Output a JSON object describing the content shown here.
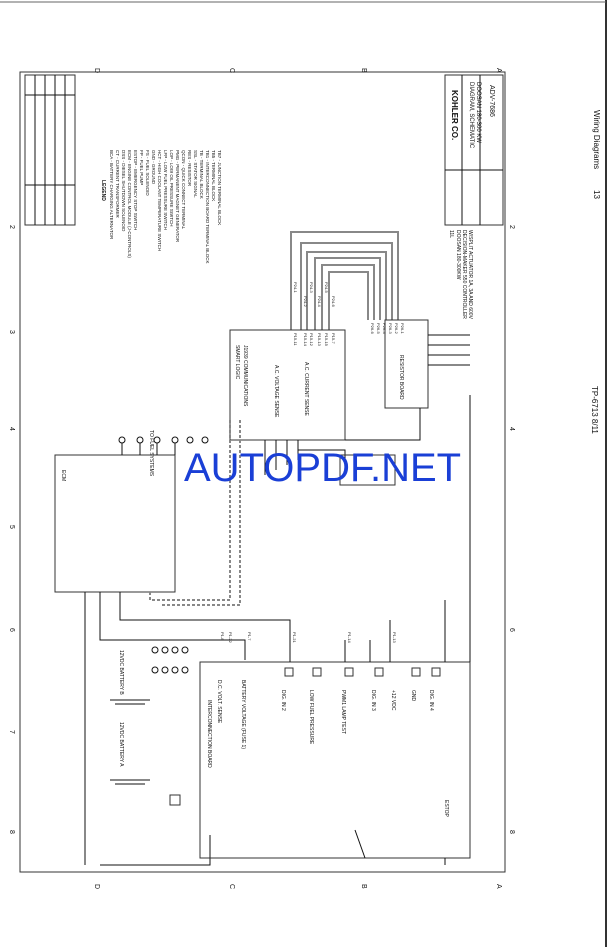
{
  "header": {
    "section": "Wiring Diagrams",
    "page": "13"
  },
  "footer": {
    "doc": "TP-6713 8/11"
  },
  "watermark": "AUTOPDF.NET",
  "grid": {
    "rows": [
      "D",
      "C",
      "B",
      "A"
    ],
    "cols": [
      "2",
      "3",
      "4",
      "5",
      "6",
      "7",
      "8"
    ]
  },
  "title_block": {
    "company": "KOHLER CO.",
    "title": "DIAGRAM, SCHEMATIC",
    "subtitle": "DOOSAN 180-300 KW",
    "drawing_no": "ADV-7686",
    "note1": "11L",
    "note2": "DOOSAN 180-300KW",
    "note3": "DECISION-MAKER 550 CONTROLLER",
    "note4": "W/SPLIT ACTUATOR 1A, 3A AND 600V"
  },
  "legend": {
    "heading": "LEGEND",
    "items": [
      "BCA - BATTERY CHARGING ALTERNATOR",
      "CT - CURRENT TRANSFORMER",
      "DSS - DIESEL SHUTDOWN SOLENOID",
      "ECM - ENGINE CONTROL MODULE (J-CONTROLS)",
      "ESTOP - EMERGENCY STOP SWITCH",
      "FP - FUEL PUMP",
      "FS - FUEL SOLENOID",
      "GND - GROUND",
      "HCT - HIGH COOLANT TEMPERATURE SWITCH",
      "LFP - LOW FUEL PRESSURE SWITCH",
      "LOP - LOW OIL PRESSURE SWITCH",
      "PMG - PERMANENT MAGNET GENERATOR",
      "QCON - QUICK CONNECT TERMINAL",
      "RES - RESISTOR",
      "SSL - STATOR SIGNAL",
      "TB - TERMINAL BLOCK",
      "TB1 - INTERCONNECTION BOARD TERMINAL BLOCK",
      "TB5 - TERMINAL BLOCK",
      "TB7 - JUNCTION TERMINAL BLOCK"
    ]
  },
  "components": {
    "smart_logic": "SMART LOGIC",
    "comms": "J1939 COMMUNICATIONS",
    "ac_current": "A.C. CURRENT SENSE",
    "ac_voltage": "A.C. VOLTAGE SENSE",
    "resistor_board": "RESISTOR BOARD",
    "ecm": "ECM",
    "to_fuel": "TO FUEL SYSTEMS",
    "interconnection": "INTERCONNECTION BOARD",
    "battery_a": "12VDC BATTERY A",
    "battery_b": "12VDC BATTERY B",
    "dc_volt_sense": "D.C. VOLT. SENSE",
    "battery_voltage": "BATTERY VOLTAGE (FUSE 1)",
    "dig_in_2": "DIG. IN 2",
    "low_fuel": "LOW FUEL PRESSURE",
    "lamp": "PWM1 LAMP TEST",
    "dig_in_3": "DIG. IN 3",
    "dig_in_4": "DIG. IN 4",
    "estop": "ESTOP",
    "gnd": "GND",
    "plus12": "+12 VDC"
  },
  "wire_labels": {
    "p24": [
      "P24-1",
      "P24-2",
      "P24-3",
      "P24-4",
      "P24-5",
      "P24-6"
    ],
    "p15": [
      "P15-11",
      "P15-14",
      "P15-12",
      "P15-13",
      "P15-15",
      "P15-7"
    ],
    "p26": [
      "P26-6",
      "P26-5",
      "P26-4",
      "P26-3",
      "P26-2",
      "P26-1"
    ],
    "p1": [
      "P1-8",
      "P1-22",
      "P1-7",
      "P1-21",
      "P1-14",
      "P1-13"
    ]
  }
}
